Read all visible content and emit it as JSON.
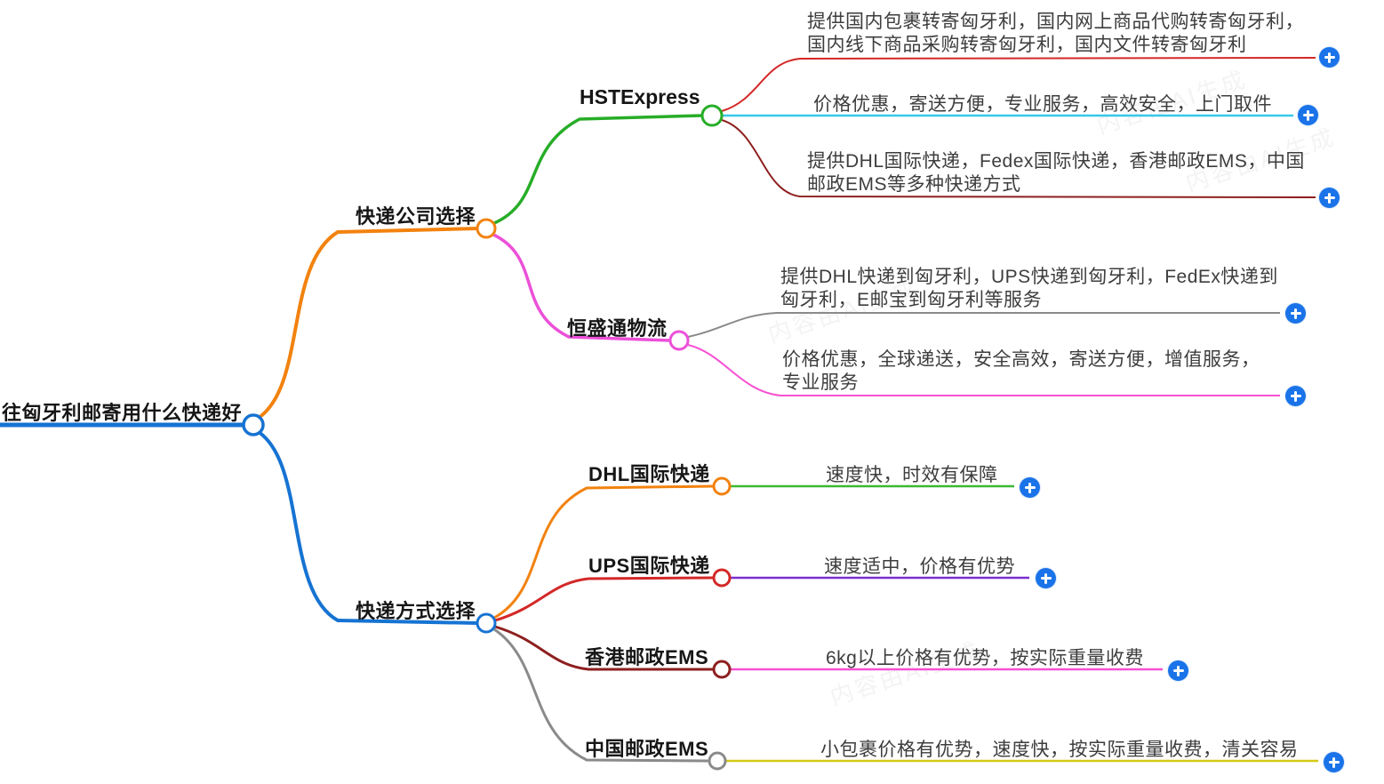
{
  "palette": {
    "root_blue": "#1673d2",
    "orange": "#f2820f",
    "green": "#27ad27",
    "magenta": "#ec50d8",
    "red": "#d42828",
    "cyan": "#35c8e8",
    "dark_red": "#8e1f1f",
    "gray": "#8a8a8a",
    "purple": "#7b2fd0",
    "pink": "#f751d2",
    "yellow": "#d2c916",
    "leaf_green": "#3cb832",
    "button_blue": "#1a73e8"
  },
  "root": {
    "label": "往匈牙利邮寄用什么快递好"
  },
  "company": {
    "label": "快递公司选择",
    "hst": {
      "label": "HSTExpress",
      "leaves": [
        "提供国内包裹转寄匈牙利，国内网上商品代购转寄匈牙利，国内线下商品采购转寄匈牙利，国内文件转寄匈牙利",
        "价格优惠，寄送方便，专业服务，高效安全，上门取件",
        "提供DHL国际快递，Fedex国际快递，香港邮政EMS，中国邮政EMS等多种快递方式"
      ]
    },
    "hstl": {
      "label": "恒盛通物流",
      "leaves": [
        "提供DHL快递到匈牙利，UPS快递到匈牙利，FedEx快递到匈牙利，E邮宝到匈牙利等服务",
        "价格优惠，全球递送，安全高效，寄送方便，增值服务，专业服务"
      ]
    }
  },
  "method": {
    "label": "快递方式选择",
    "options": [
      {
        "label": "DHL国际快递",
        "note": "速度快，时效有保障"
      },
      {
        "label": "UPS国际快递",
        "note": "速度适中，价格有优势"
      },
      {
        "label": "香港邮政EMS",
        "note": "6kg以上价格有优势，按实际重量收费"
      },
      {
        "label": "中国邮政EMS",
        "note": "小包裹价格有优势，速度快，按实际重量收费，清关容易"
      }
    ]
  },
  "watermark": {
    "text": "内容由AI生成"
  }
}
